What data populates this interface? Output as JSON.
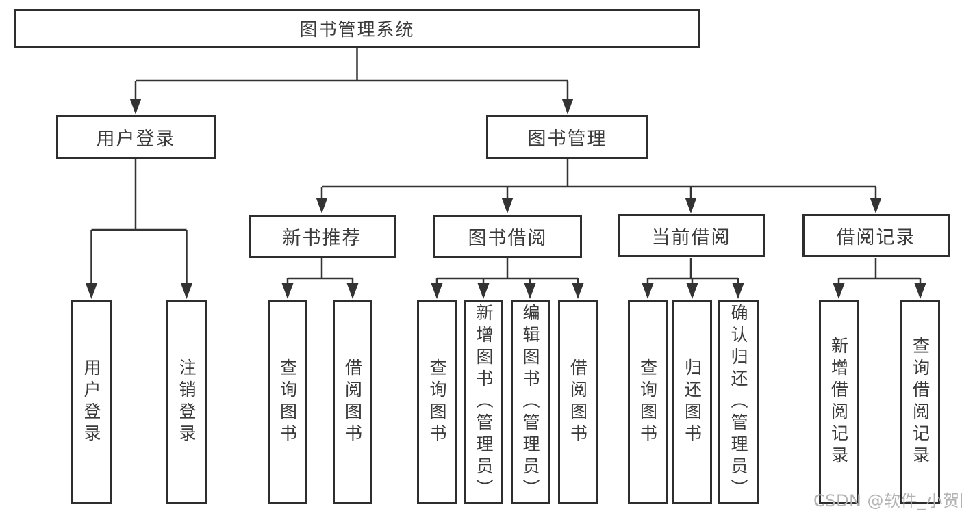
{
  "diagram_type": "hierarchy-tree",
  "colors": {
    "box_border": "#2e2e2e",
    "connector_line": "#333333",
    "text": "#3a3a3a",
    "watermark_text": "#b3b3b3",
    "background": "#ffffff"
  },
  "tree": {
    "root": {
      "label": "图书管理系统",
      "children": [
        {
          "label": "用户登录",
          "children": [
            {
              "label": "用户登录"
            },
            {
              "label": "注销登录"
            }
          ]
        },
        {
          "label": "图书管理",
          "children": [
            {
              "label": "新书推荐",
              "children": [
                {
                  "label": "查询图书"
                },
                {
                  "label": "借阅图书"
                }
              ]
            },
            {
              "label": "图书借阅",
              "children": [
                {
                  "label": "查询图书"
                },
                {
                  "label": "新增图书（管理员）"
                },
                {
                  "label": "编辑图书（管理员）"
                },
                {
                  "label": "借阅图书"
                }
              ]
            },
            {
              "label": "当前借阅",
              "children": [
                {
                  "label": "查询图书"
                },
                {
                  "label": "归还图书"
                },
                {
                  "label": "确认归还（管理员）"
                }
              ]
            },
            {
              "label": "借阅记录",
              "children": [
                {
                  "label": "新增借阅记录"
                },
                {
                  "label": "查询借阅记录"
                }
              ]
            }
          ]
        }
      ]
    }
  },
  "watermark": {
    "text": "CSDN @软件_小贺同学"
  }
}
